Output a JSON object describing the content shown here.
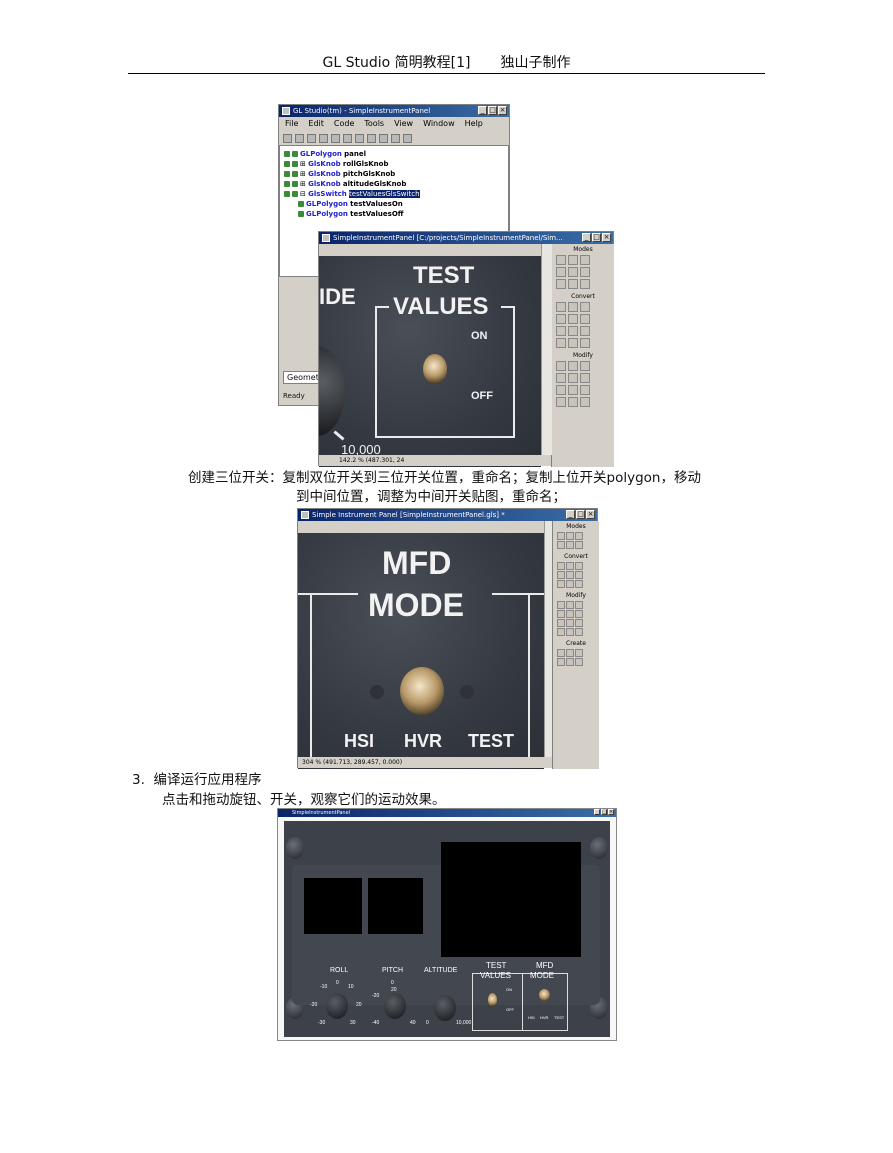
{
  "header": {
    "title": "GL Studio 简明教程[1]",
    "author": "独山子制作"
  },
  "screenshot1": {
    "main_window": {
      "title": "GL Studio(tm) - SimpleInstrumentPanel",
      "menus": [
        "File",
        "Edit",
        "Code",
        "Tools",
        "View",
        "Window",
        "Help"
      ],
      "tree": [
        {
          "type": "GLPolygon",
          "name": "panel"
        },
        {
          "type": "GlsKnob",
          "name": "rollGlsKnob"
        },
        {
          "type": "GlsKnob",
          "name": "pitchGlsKnob"
        },
        {
          "type": "GlsKnob",
          "name": "altitudeGlsKnob"
        },
        {
          "type": "GlsSwitch",
          "name": "testValuesGlsSwitch"
        },
        {
          "type": "GLPolygon",
          "name": "testValuesOn"
        },
        {
          "type": "GLPolygon",
          "name": "testValuesOff"
        }
      ],
      "status_tab": "Geomet",
      "status": "Ready"
    },
    "editor_window": {
      "title": "SimpleInstrumentPanel [C:/projects/SimpleInstrumentPanel/Sim...",
      "panel_texts": {
        "left_cut": "IDE",
        "title_line1": "TEST",
        "title_line2": "VALUES",
        "on": "ON",
        "off": "OFF",
        "scale": "10,000"
      },
      "palette_sections": [
        "Modes",
        "Convert",
        "Modify"
      ],
      "statusbar": "142.2 %  (487.301, 24"
    }
  },
  "caption1_line1": "创建三位开关：复制双位开关到三位开关位置，重命名；复制上位开关polygon，移动",
  "caption1_line2": "到中间位置，调整为中间开关贴图，重命名；",
  "screenshot2": {
    "title": "Simple Instrument Panel [SimpleInstrumentPanel.gls] *",
    "panel_texts": {
      "line1": "MFD",
      "line2": "MODE",
      "hsi": "HSI",
      "hvr": "HVR",
      "test": "TEST"
    },
    "palette_sections": [
      "Modes",
      "Convert",
      "Modify",
      "Create"
    ],
    "statusbar": "304 %  (491.713, 289.457, 0.000)"
  },
  "section3": {
    "number": "3.",
    "title": "编译运行应用程序",
    "body": "点击和拖动旋钮、开关，观察它们的运动效果。"
  },
  "screenshot3": {
    "title": "SimpleInstrumentPanel",
    "labels": {
      "roll": "ROLL",
      "pitch": "PITCH",
      "altitude": "ALTITUDE",
      "test": "TEST",
      "values": "VALUES",
      "mfd": "MFD",
      "mode": "MODE",
      "on": "ON",
      "off": "OFF",
      "hsi": "HSI",
      "hvr": "HVR",
      "test_small": "TEST",
      "roll_ticks": [
        "-10",
        "0",
        "10",
        "-20",
        "20",
        "-30",
        "30"
      ],
      "pitch_ticks": [
        "0",
        "20",
        "-20",
        "-40",
        "40"
      ],
      "alt_ticks": [
        "0",
        "10,000"
      ]
    }
  }
}
